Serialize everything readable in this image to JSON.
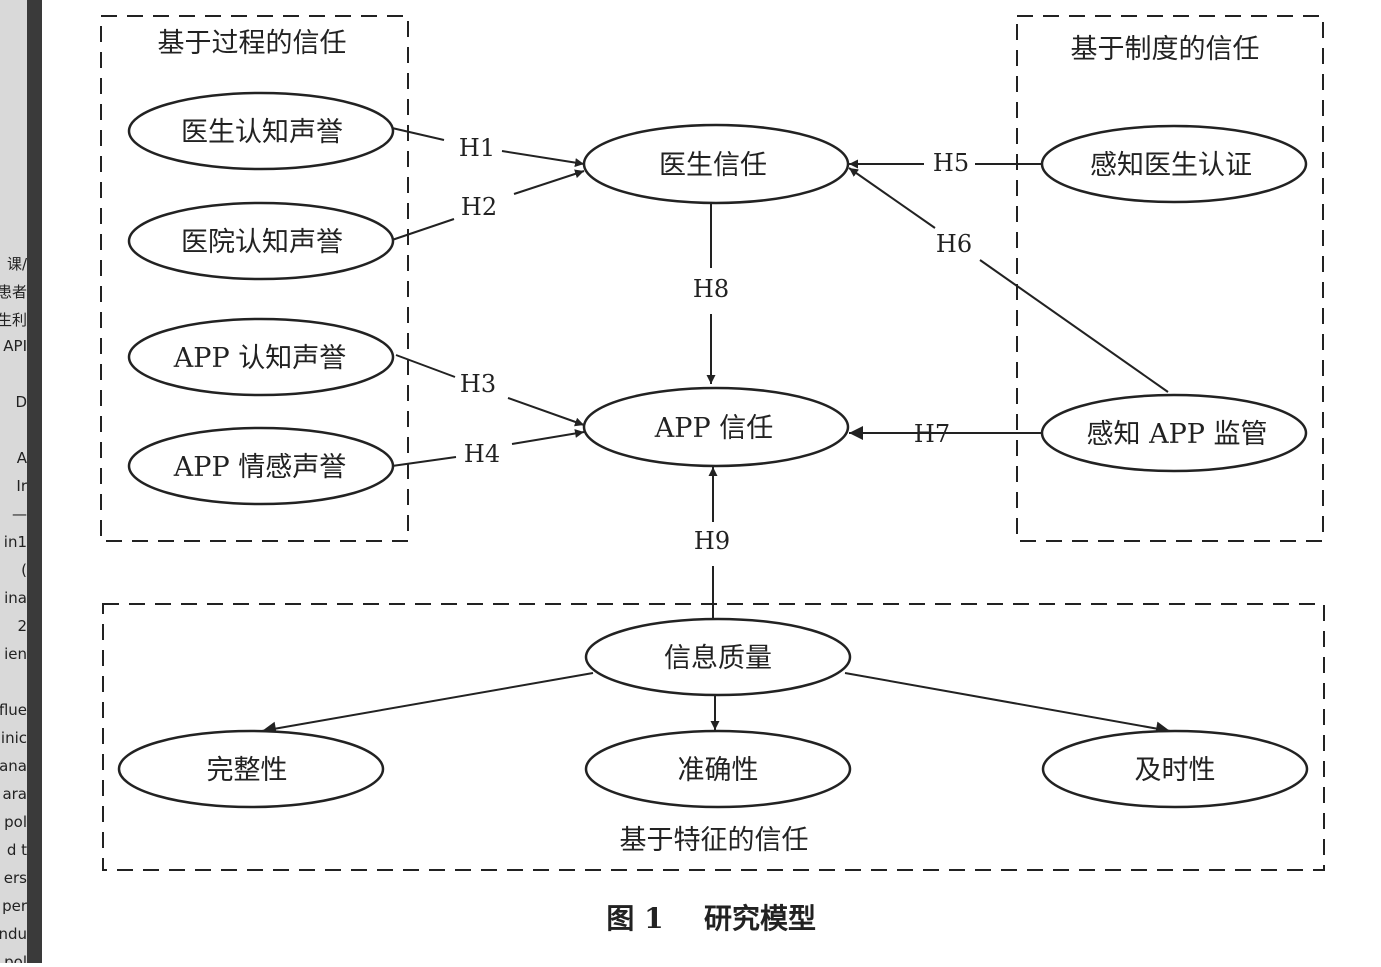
{
  "sidebar_fragments": [
    "课/",
    "患者",
    "生利",
    "API",
    "D",
    "A",
    "Ir",
    "—",
    "in1",
    "(",
    "ina",
    "2",
    "ien",
    "flue",
    "inic",
    "ana",
    "ara",
    "pol",
    "d t",
    "ers",
    "per",
    "ndu",
    "pol"
  ],
  "groups": {
    "process": "基于过程的信任",
    "institution": "基于制度的信任",
    "feature": "基于特征的信任"
  },
  "nodes": {
    "doctor_reputation": "医生认知声誉",
    "hospital_reputation": "医院认知声誉",
    "app_reputation": "APP 认知声誉",
    "app_emotional_reputation": "APP 情感声誉",
    "doctor_trust": "医生信任",
    "app_trust": "APP 信任",
    "doctor_certification": "感知医生认证",
    "app_regulation": "感知 APP 监管",
    "info_quality": "信息质量",
    "completeness": "完整性",
    "accuracy": "准确性",
    "timeliness": "及时性"
  },
  "hypotheses": {
    "h1": "H1",
    "h2": "H2",
    "h3": "H3",
    "h4": "H4",
    "h5": "H5",
    "h6": "H6",
    "h7": "H7",
    "h8": "H8",
    "h9": "H9"
  },
  "caption": {
    "figure": "图 1",
    "title": "研究模型"
  }
}
